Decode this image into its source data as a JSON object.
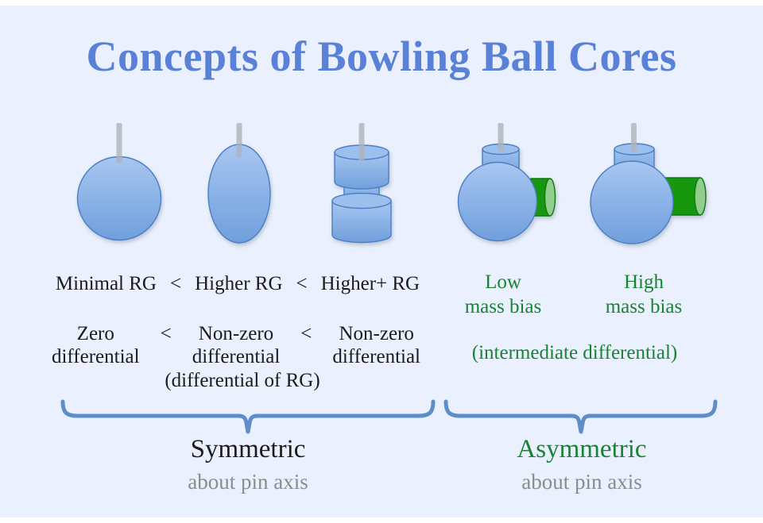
{
  "title": "Concepts of Bowling Ball Cores",
  "colors": {
    "background": "#eaf0fd",
    "title_blue": "#5a81d8",
    "core_blue_light": "#a6c5f0",
    "core_blue_dark": "#6fa0dd",
    "core_outline": "#4b7ec2",
    "green_text": "#178333",
    "green_cylinder": "#12970c",
    "green_cylinder_face": "#93cc8d",
    "brace_blue": "#5d8ec9",
    "text_black": "#1b1b1b",
    "text_gray": "#8c8c8c",
    "pin_gray": "#aeb3ba"
  },
  "rg_row": {
    "item1": "Minimal RG",
    "sep1": "<",
    "item2": "Higher RG",
    "sep2": "<",
    "item3": "Higher+ RG"
  },
  "diff_row": {
    "col1_line1": "Zero",
    "col1_line2": "differential",
    "sep1": "<",
    "col2_line1": "Non-zero",
    "col2_line2": "differential",
    "sep2": "<",
    "col3_line1": "Non-zero",
    "col3_line2": "differential",
    "note": "(differential of RG)"
  },
  "mass_bias": {
    "low_line1": "Low",
    "low_line2": "mass bias",
    "high_line1": "High",
    "high_line2": "mass bias",
    "note": "(intermediate differential)"
  },
  "sections": {
    "symmetric": {
      "label": "Symmetric",
      "sublabel": "about pin axis"
    },
    "asymmetric": {
      "label": "Asymmetric",
      "sublabel": "about pin axis"
    }
  },
  "shapes": {
    "minimal_rg": "sphere-core",
    "higher_rg": "oval-core",
    "higher_plus_rg": "spool-core",
    "low_mass_bias": "sphere-core-with-small-side-weight",
    "high_mass_bias": "sphere-core-with-large-side-weight",
    "pin": "pin-marker"
  }
}
